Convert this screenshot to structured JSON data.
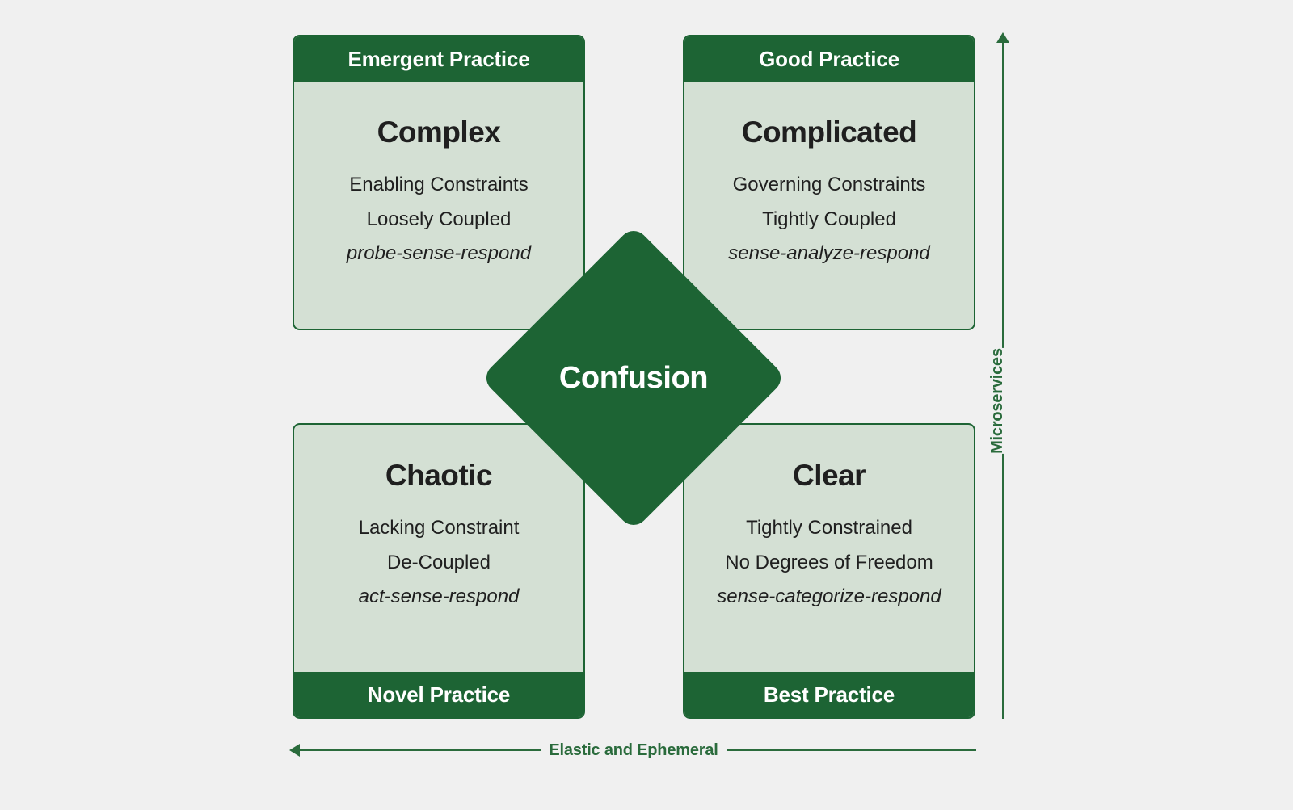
{
  "colors": {
    "background": "#f0f0f0",
    "accent_green": "#1d6434",
    "panel_fill": "#d4e0d4",
    "axis_green": "#2a6b3c",
    "text_dark": "#1f1f1f",
    "text_light": "#ffffff"
  },
  "diagram": {
    "center": {
      "label": "Confusion",
      "shape": "diamond"
    },
    "quadrants": [
      {
        "id": "complex",
        "position": "top-left",
        "banner": "Emergent Practice",
        "banner_position": "top",
        "title": "Complex",
        "lines": [
          "Enabling Constraints",
          "Loosely Coupled"
        ],
        "approach": "probe-sense-respond"
      },
      {
        "id": "complicated",
        "position": "top-right",
        "banner": "Good Practice",
        "banner_position": "top",
        "title": "Complicated",
        "lines": [
          "Governing Constraints",
          "Tightly Coupled"
        ],
        "approach": "sense-analyze-respond"
      },
      {
        "id": "chaotic",
        "position": "bottom-left",
        "banner": "Novel Practice",
        "banner_position": "bottom",
        "title": "Chaotic",
        "lines": [
          "Lacking Constraint",
          "De-Coupled"
        ],
        "approach": "act-sense-respond"
      },
      {
        "id": "clear",
        "position": "bottom-right",
        "banner": "Best Practice",
        "banner_position": "bottom",
        "title": "Clear",
        "lines": [
          "Tightly Constrained",
          "No Degrees of Freedom"
        ],
        "approach": "sense-categorize-respond"
      }
    ],
    "axes": {
      "vertical": {
        "label": "Microservices",
        "arrow_direction": "up",
        "position": "right"
      },
      "horizontal": {
        "label": "Elastic and Ephemeral",
        "arrow_direction": "left",
        "position": "bottom"
      }
    }
  }
}
